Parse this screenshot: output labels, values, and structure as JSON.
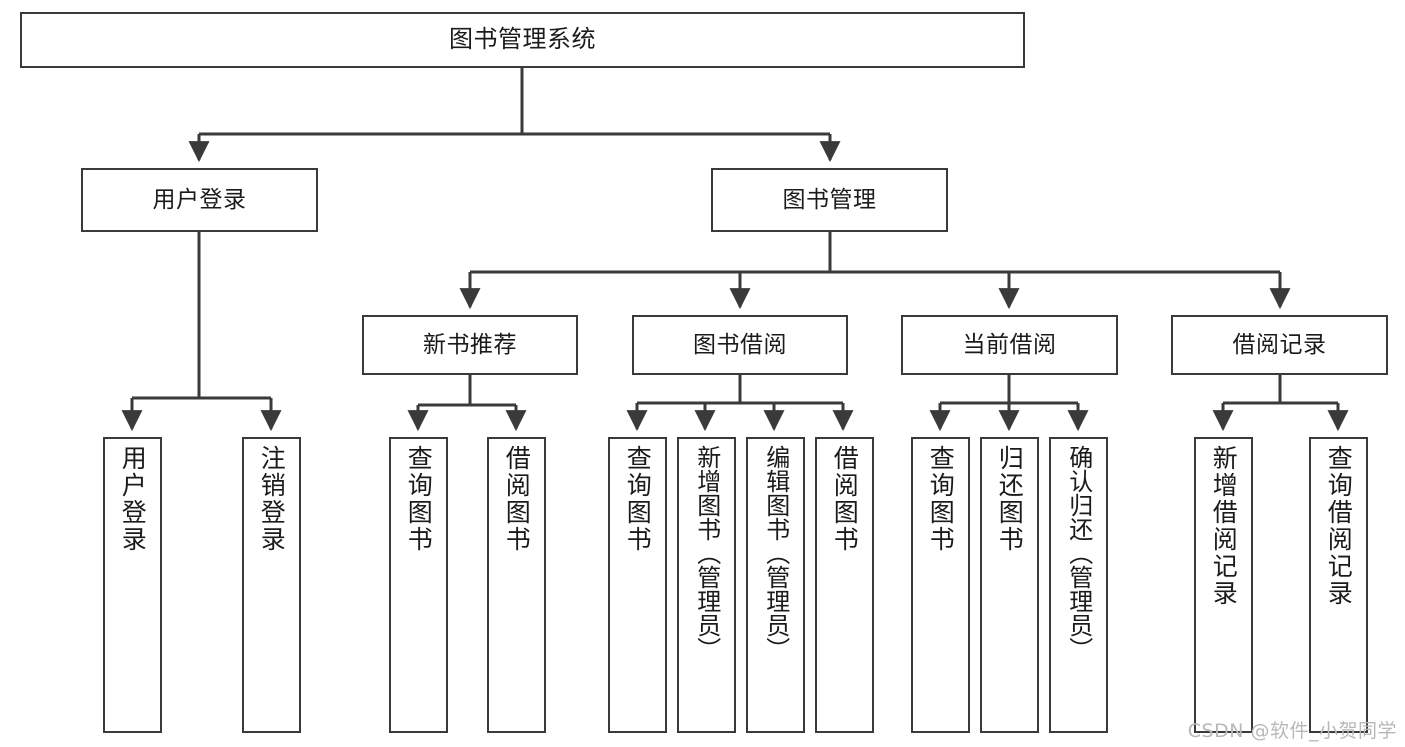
{
  "diagram": {
    "title": "图书管理系统",
    "type": "tree-hierarchy",
    "accent_color": "#3a3a3a",
    "background_color": "#ffffff",
    "nodes": {
      "root": {
        "label": "图书管理系统"
      },
      "level2": [
        {
          "label": "用户登录"
        },
        {
          "label": "图书管理"
        }
      ],
      "level3": [
        {
          "label": "新书推荐"
        },
        {
          "label": "图书借阅"
        },
        {
          "label": "当前借阅"
        },
        {
          "label": "借阅记录"
        }
      ],
      "leaves_user_login": [
        {
          "label": "用户登录"
        },
        {
          "label": "注销登录"
        }
      ],
      "leaves_new_book": [
        {
          "label": "查询图书"
        },
        {
          "label": "借阅图书"
        }
      ],
      "leaves_borrow": [
        {
          "label": "查询图书"
        },
        {
          "label": "新增图书（管理员）"
        },
        {
          "label": "编辑图书（管理员）"
        },
        {
          "label": "借阅图书"
        }
      ],
      "leaves_current": [
        {
          "label": "查询图书"
        },
        {
          "label": "归还图书"
        },
        {
          "label": "确认归还（管理员）"
        }
      ],
      "leaves_record": [
        {
          "label": "新增借阅记录"
        },
        {
          "label": "查询借阅记录"
        }
      ]
    }
  },
  "watermark": {
    "text": "CSDN @软件_小贺同学"
  }
}
